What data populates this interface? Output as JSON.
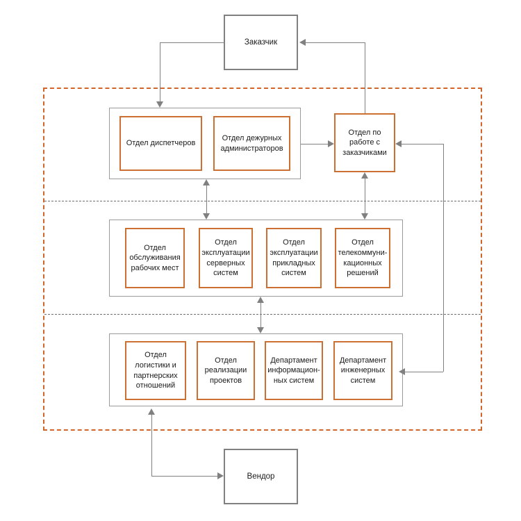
{
  "diagram": {
    "title_visible": false,
    "colors": {
      "accent_orange": "#cc6f32",
      "dashed_border": "#d2662a",
      "connector_gray": "#808080",
      "group_border": "#9a9a9a",
      "divider_gray": "#6d6d6d",
      "text": "#1a1a1a",
      "background": "#ffffff"
    },
    "external_nodes": [
      {
        "id": "customer",
        "label": "Заказчик"
      },
      {
        "id": "vendor",
        "label": "Вендор"
      }
    ],
    "tiers": [
      {
        "id": "tier-1",
        "departments": [
          {
            "id": "dispatch",
            "label": "Отдел диспетчеров"
          },
          {
            "id": "duty-admins",
            "label": "Отдел дежурных администраторов"
          }
        ]
      },
      {
        "id": "tier-2",
        "departments": [
          {
            "id": "workplace-service",
            "label": "Отдел обслуживания рабочих мест"
          },
          {
            "id": "server-ops",
            "label": "Отдел эксплуатации серверных систем"
          },
          {
            "id": "app-ops",
            "label": "Отдел эксплуатации прикладных систем"
          },
          {
            "id": "telecom",
            "label": "Отдел телекоммуни- кационных решений"
          }
        ]
      },
      {
        "id": "tier-3",
        "departments": [
          {
            "id": "logistics",
            "label": "Отдел логистики и партнерских отношений"
          },
          {
            "id": "project-delivery",
            "label": "Отдел реализации проектов"
          },
          {
            "id": "info-systems",
            "label": "Департамент информацион- ных систем"
          },
          {
            "id": "eng-systems",
            "label": "Департамент инженерных систем"
          }
        ]
      }
    ],
    "standalone_department": {
      "id": "customer-relations",
      "label": "Отдел по работе с заказчиками"
    }
  }
}
